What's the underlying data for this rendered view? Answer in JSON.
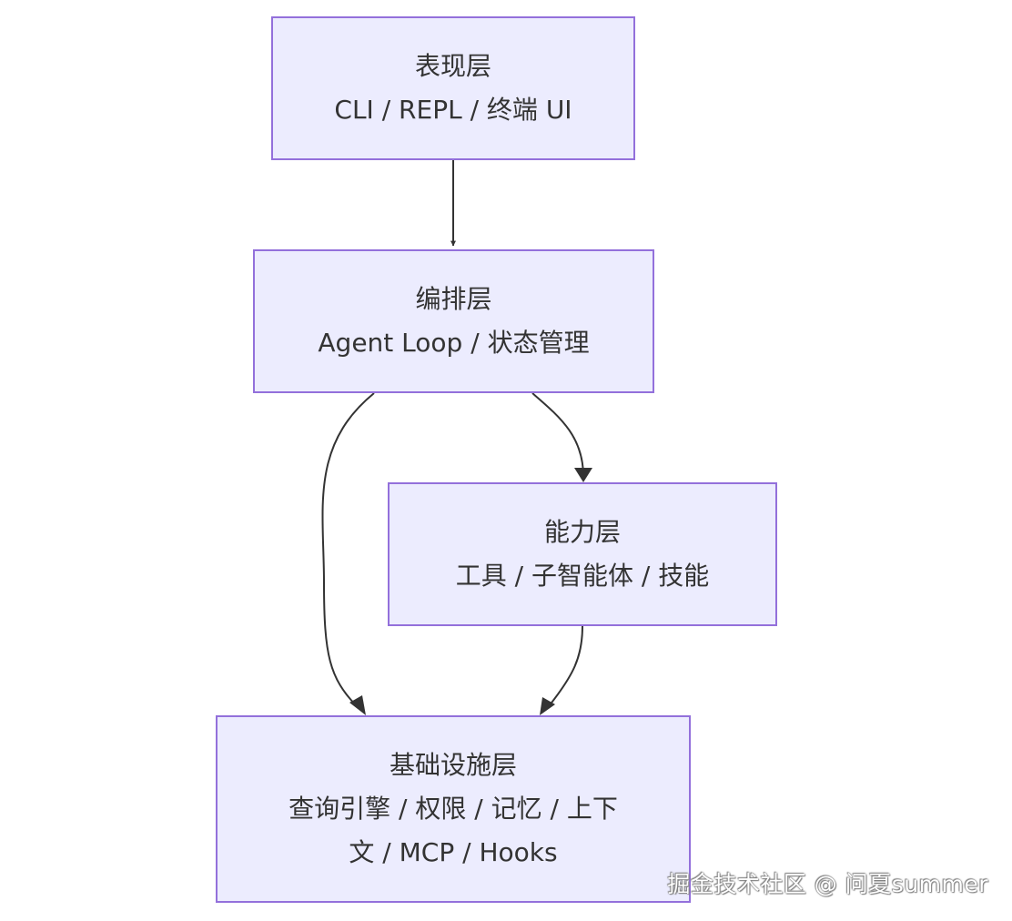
{
  "diagram": {
    "colors": {
      "node_fill": "#ececfe",
      "node_border": "#9370db",
      "edge": "#333333",
      "text": "#333333"
    },
    "nodes": {
      "presentation": {
        "title": "表现层",
        "subtitle": "CLI / REPL / 终端 UI"
      },
      "orchestration": {
        "title": "编排层",
        "subtitle": "Agent Loop / 状态管理"
      },
      "capability": {
        "title": "能力层",
        "subtitle": "工具 / 子智能体 / 技能"
      },
      "infrastructure": {
        "title": "基础设施层",
        "subtitle_line1": "查询引擎 / 权限 / 记忆 / 上下",
        "subtitle_line2": "文 / MCP / Hooks"
      }
    },
    "edges": [
      {
        "from": "表现层",
        "to": "编排层"
      },
      {
        "from": "编排层",
        "to": "能力层"
      },
      {
        "from": "编排层",
        "to": "基础设施层"
      },
      {
        "from": "能力层",
        "to": "基础设施层"
      }
    ]
  },
  "watermark": "掘金技术社区 @ 问夏summer"
}
